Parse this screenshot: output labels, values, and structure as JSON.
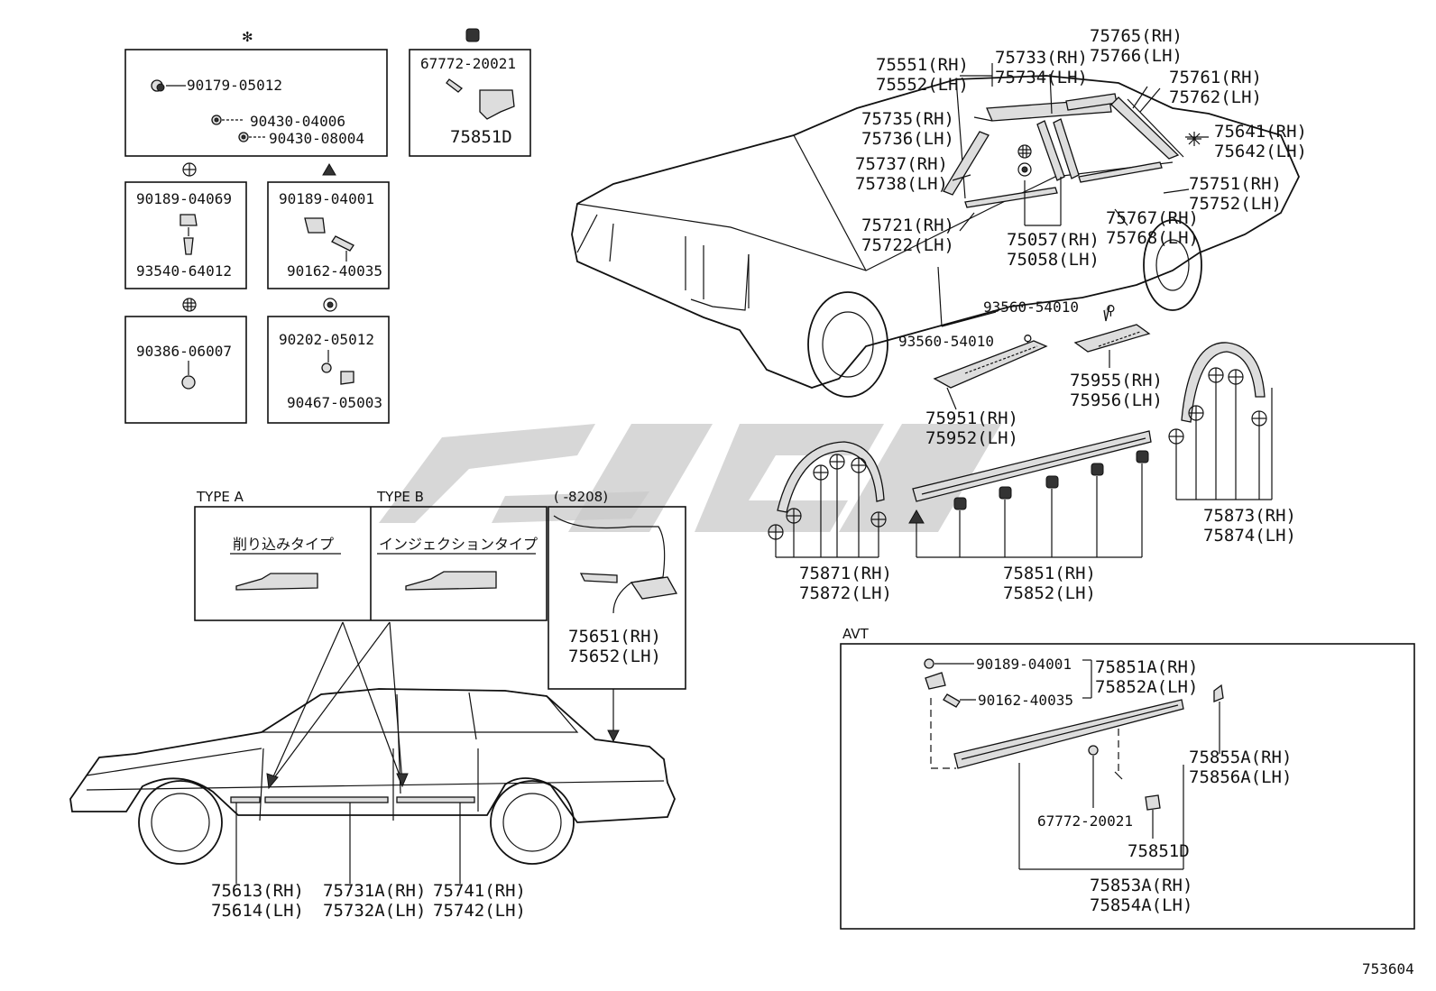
{
  "legend_boxes": {
    "asterisk": {
      "p1": "90179-05012",
      "p2": "90430-04006",
      "p3": "90430-08004"
    },
    "square": {
      "p1": "67772-20021",
      "p2": "75851D"
    },
    "circle_plus": {
      "p1": "90189-04069",
      "p2": "93540-64012"
    },
    "triangle": {
      "p1": "90189-04001",
      "p2": "90162-40035"
    },
    "grid_circle": {
      "p1": "90386-06007"
    },
    "dot_circle": {
      "p1": "90202-05012",
      "p2": "90467-05003"
    }
  },
  "types": {
    "type_a": "TYPE A",
    "type_b": "TYPE B",
    "type_a_jp": "削り込みタイプ",
    "type_b_jp": "インジェクションタイプ",
    "date_range": "(    -8208)",
    "p_rh": "75651(RH)",
    "p_lh": "75652(LH)"
  },
  "side_view": {
    "a_rh": "75613(RH)",
    "a_lh": "75614(LH)",
    "b_rh": "75731A(RH)",
    "b_lh": "75732A(LH)",
    "c_rh": "75741(RH)",
    "c_lh": "75742(LH)"
  },
  "main": {
    "l1_rh": "75551(RH)",
    "l1_lh": "75552(LH)",
    "l2_rh": "75733(RH)",
    "l2_lh": "75734(LH)",
    "l3_rh": "75765(RH)",
    "l3_lh": "75766(LH)",
    "l4_rh": "75761(RH)",
    "l4_lh": "75762(LH)",
    "l5_rh": "75735(RH)",
    "l5_lh": "75736(LH)",
    "l6_rh": "75641(RH)",
    "l6_lh": "75642(LH)",
    "l7_rh": "75737(RH)",
    "l7_lh": "75738(LH)",
    "l8_rh": "75751(RH)",
    "l8_lh": "75752(LH)",
    "l9_rh": "75721(RH)",
    "l9_lh": "75722(LH)",
    "l10_rh": "75767(RH)",
    "l10_lh": "75768(LH)",
    "l11_rh": "75057(RH)",
    "l11_lh": "75058(LH)",
    "screw1": "93560-54010",
    "screw2": "93560-54010",
    "l12_rh": "75955(RH)",
    "l12_lh": "75956(LH)",
    "l13_rh": "75951(RH)",
    "l13_lh": "75952(LH)",
    "l14_rh": "75871(RH)",
    "l14_lh": "75872(LH)",
    "l15_rh": "75851(RH)",
    "l15_lh": "75852(LH)",
    "l16_rh": "75873(RH)",
    "l16_lh": "75874(LH)"
  },
  "avt": {
    "title": "AVT",
    "p1": "90189-04001",
    "p2": "90162-40035",
    "p3_rh": "75851A(RH)",
    "p3_lh": "75852A(LH)",
    "p4_rh": "75855A(RH)",
    "p4_lh": "75856A(LH)",
    "p5": "67772-20021",
    "p6": "75851D",
    "p7_rh": "75853A(RH)",
    "p7_lh": "75854A(LH)"
  },
  "figure_number": "753604"
}
